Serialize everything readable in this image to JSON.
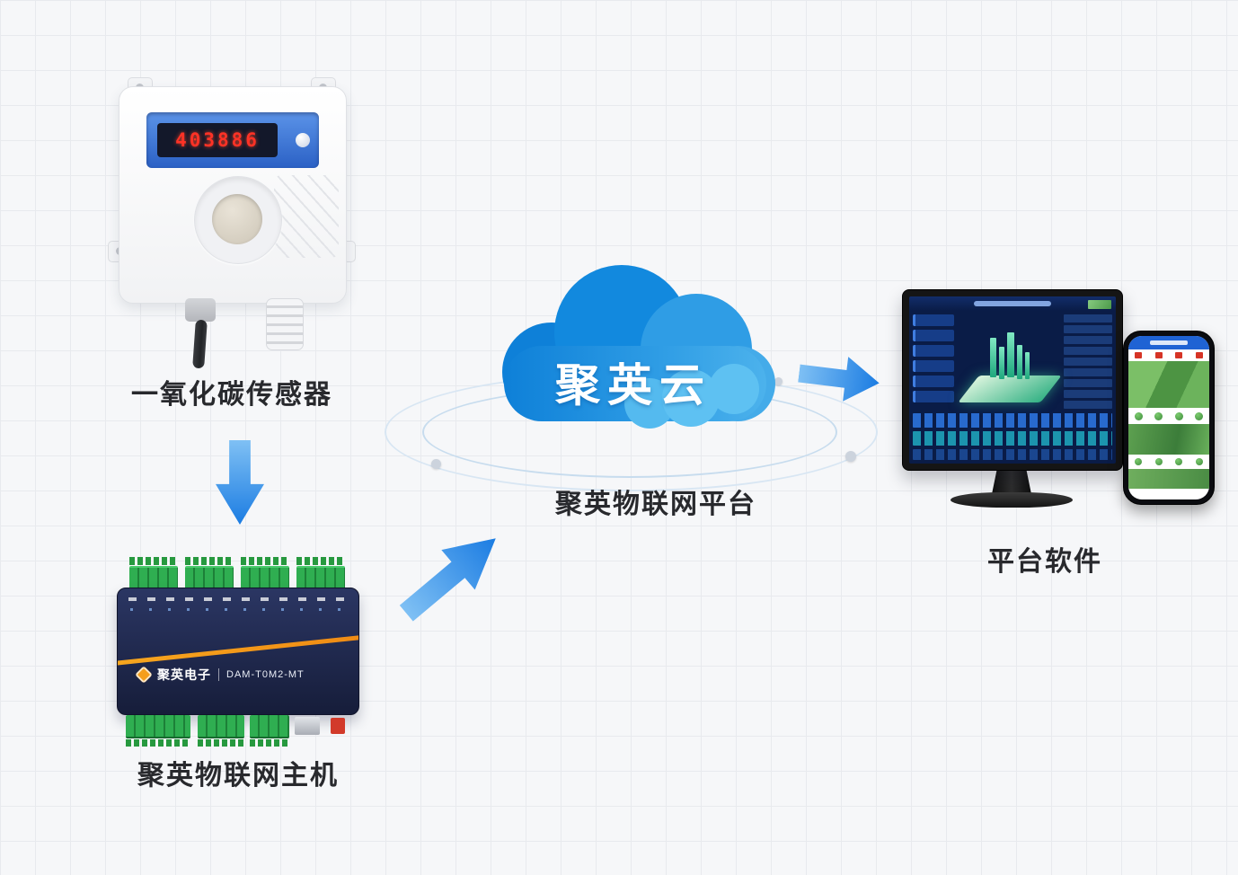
{
  "sensor": {
    "label": "一氧化碳传感器",
    "display_value": "403886"
  },
  "host": {
    "label": "聚英物联网主机",
    "brand": "聚英电子",
    "model": "DAM-T0M2-MT"
  },
  "cloud": {
    "name": "聚英云",
    "label": "聚英物联网平台"
  },
  "software": {
    "label": "平台软件"
  },
  "colors": {
    "arrow_blue": "#1b7ce2",
    "cloud_blue": "#1289de",
    "cloud_light_blue": "#4cb2ec",
    "host_navy": "#1d2547",
    "accent_orange": "#f59e1c",
    "terminal_green": "#2fae51",
    "display_led_red": "#ff3226",
    "dashboard_navy": "#0a1c47"
  }
}
